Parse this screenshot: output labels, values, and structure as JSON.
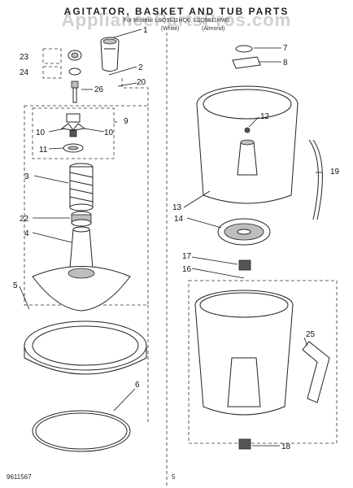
{
  "header": {
    "title": "AGITATOR, BASKET AND TUB PARTS",
    "models": "For Models: LSQ9611HQ0, LSQ9611HW0",
    "code_left": "(White)",
    "code_right": "(Almond)",
    "watermark": "AppliancePartsPros.com"
  },
  "callouts": [
    "1",
    "2",
    "3",
    "4",
    "5",
    "6",
    "7",
    "8",
    "9",
    "10",
    "10",
    "11",
    "12",
    "13",
    "14",
    "16",
    "17",
    "18",
    "19",
    "20",
    "22",
    "23",
    "24",
    "25",
    "26"
  ],
  "footer": {
    "doc_code": "9611567",
    "page_number": "5"
  }
}
